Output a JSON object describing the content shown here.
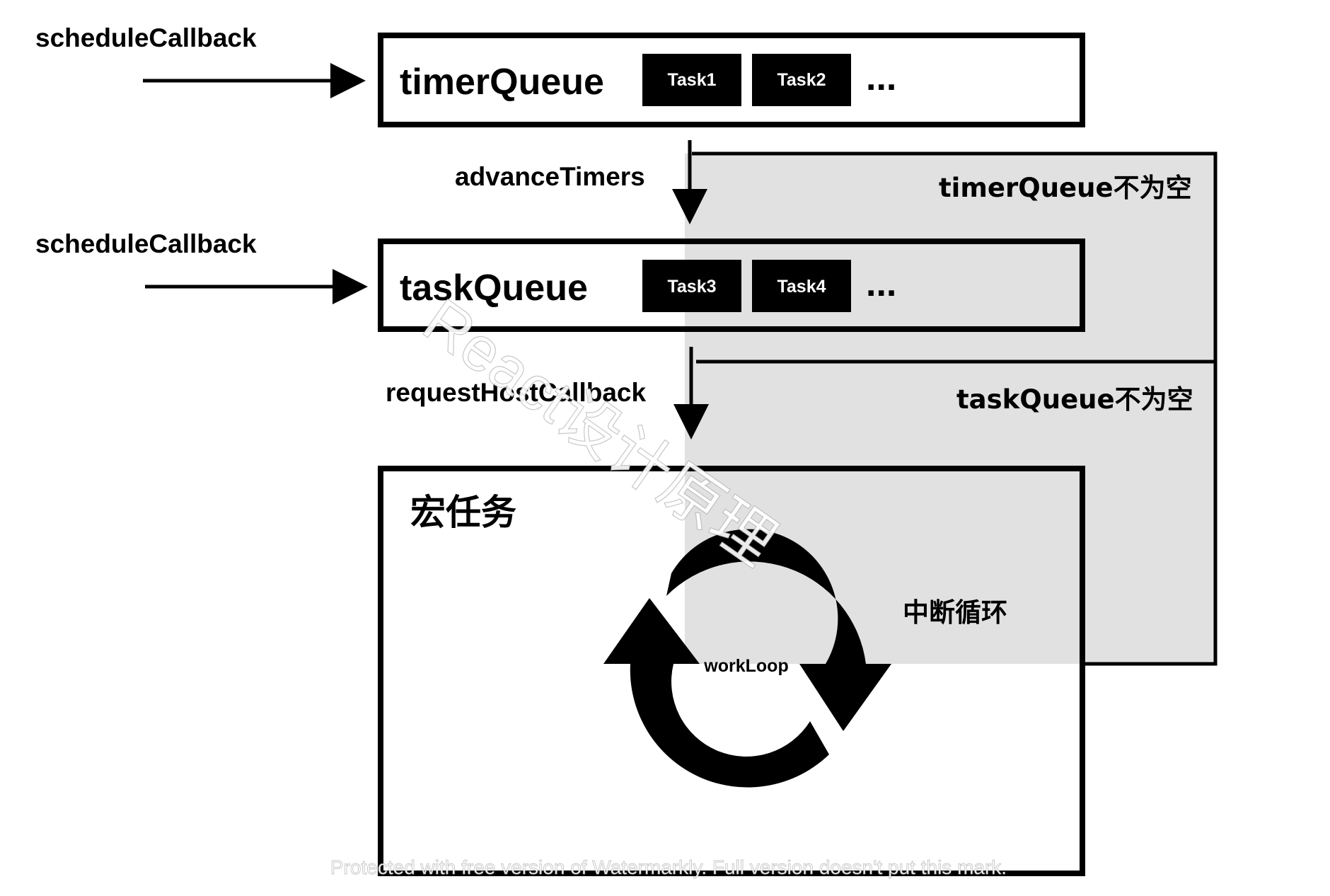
{
  "colors": {
    "ink": "#000000",
    "panel": "#e1e1e1",
    "background": "#ffffff",
    "watermark": "#ffffff"
  },
  "inputs": {
    "schedule_callback_top": "scheduleCallback",
    "schedule_callback_bottom": "scheduleCallback"
  },
  "timer_queue": {
    "title": "timerQueue",
    "tasks": [
      "Task1",
      "Task2"
    ],
    "ellipsis": "..."
  },
  "task_queue": {
    "title": "taskQueue",
    "tasks": [
      "Task3",
      "Task4"
    ],
    "ellipsis": "..."
  },
  "edges": {
    "advance_timers": "advanceTimers",
    "request_host_callback": "requestHostCallback"
  },
  "loop_panels": {
    "timer_queue_not_empty": "timerQueue不为空",
    "task_queue_not_empty": "taskQueue不为空",
    "interrupt_loop": "中断循环"
  },
  "macrotask": {
    "title": "宏任务",
    "loop_label": "workLoop",
    "loop_icon": "circular-arrows-icon"
  },
  "watermarks": {
    "diagonal": "React设计原理",
    "footer": "Protected with free version of Watermarkly. Full version doesn't put this mark."
  }
}
